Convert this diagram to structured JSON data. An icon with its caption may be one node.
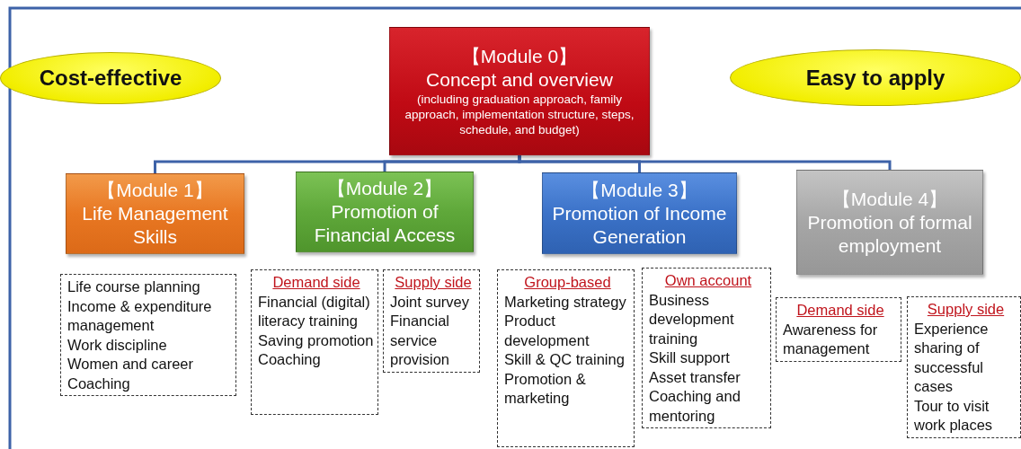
{
  "diagram": {
    "nodes": [
      {
        "text": [
          "Cost-effective"
        ]
      },
      {
        "text": [
          "【Module 0】",
          "Concept and overview",
          "(including graduation approach, family approach, implementation structure, steps, schedule, and budget)"
        ]
      },
      {
        "text": [
          "Easy to apply"
        ]
      },
      {
        "text": [
          "【Module 1】",
          "Life Management Skills"
        ]
      },
      {
        "text": [
          "【Module 2】",
          "Promotion of Financial Access"
        ]
      },
      {
        "text": [
          "【Module 3】",
          "Promotion of Income Generation"
        ]
      },
      {
        "text": [
          "【Module 4】",
          "Promotion of formal employment"
        ]
      },
      {
        "text": [
          "Life course planning",
          "Income & expenditure management",
          "Work discipline",
          "Women and career",
          "Coaching"
        ]
      },
      {
        "text": [
          "Demand side",
          "Financial (digital) literacy training",
          "Saving promotion",
          "Coaching"
        ]
      },
      {
        "text": [
          "Supply side",
          "Joint survey",
          "Financial service provision"
        ]
      },
      {
        "text": [
          "Group-based",
          "Marketing strategy",
          "Product development",
          "Skill & QC training",
          "Promotion & marketing"
        ]
      },
      {
        "text": [
          "Own account",
          "Business development training",
          "Skill support",
          "Asset transfer",
          "Coaching and mentoring"
        ]
      },
      {
        "text": [
          "Demand side",
          "Awareness for management"
        ]
      },
      {
        "text": [
          "Supply side",
          "Experience sharing of successful cases",
          "Tour to visit work places"
        ]
      }
    ],
    "edges": [
      {
        "from": 1,
        "to": 3,
        "arrow": "none"
      },
      {
        "from": 1,
        "to": 4,
        "arrow": "none"
      },
      {
        "from": 1,
        "to": 5,
        "arrow": "none"
      },
      {
        "from": 1,
        "to": 6,
        "arrow": "none"
      }
    ]
  }
}
